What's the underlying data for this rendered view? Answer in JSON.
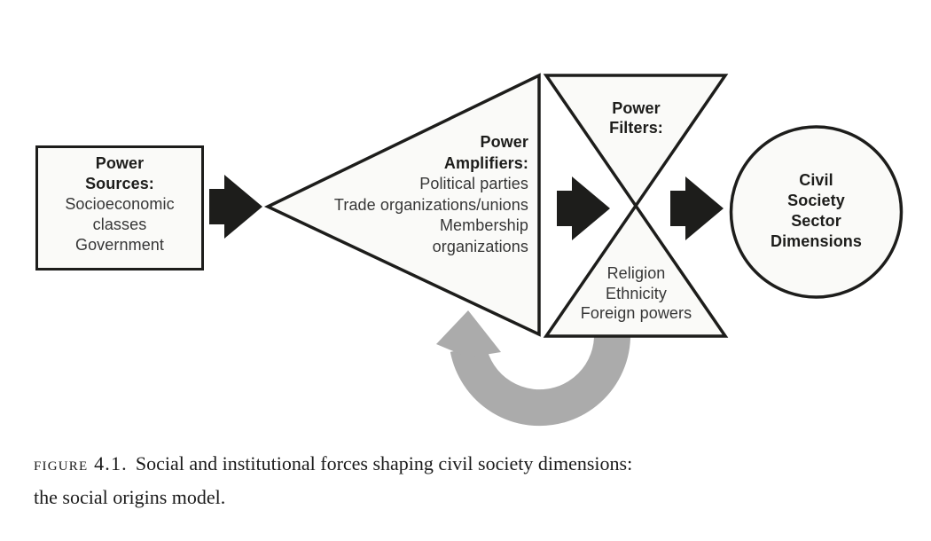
{
  "diagram": {
    "power_sources": {
      "title_lines": [
        "Power",
        "Sources:"
      ],
      "items": [
        "Socioeconomic",
        "classes",
        "Government"
      ]
    },
    "power_amplifiers": {
      "title_lines": [
        "Power",
        "Amplifiers:"
      ],
      "item_lines": [
        "Political parties",
        "Trade organizations/unions",
        "Membership",
        "organizations"
      ]
    },
    "power_filters": {
      "title_lines": [
        "Power",
        "Filters:"
      ],
      "items": [
        "Religion",
        "Ethnicity",
        "Foreign powers"
      ]
    },
    "outcome": {
      "title_lines": [
        "Civil",
        "Society",
        "Sector",
        "Dimensions"
      ]
    }
  },
  "caption": {
    "label": "FIGURE 4.1.",
    "line1": "Social and institutional forces shaping civil society dimensions:",
    "line2": "the social origins model."
  },
  "colors": {
    "background": "#ffffff",
    "shape_fill": "#fafaf8",
    "shape_stroke": "#1d1d1b",
    "arrow_black": "#1d1d1b",
    "feedback_gray": "#ababab",
    "title_text": "#1d1d1b",
    "body_text": "#363636",
    "caption_text": "#1a1a1a"
  }
}
